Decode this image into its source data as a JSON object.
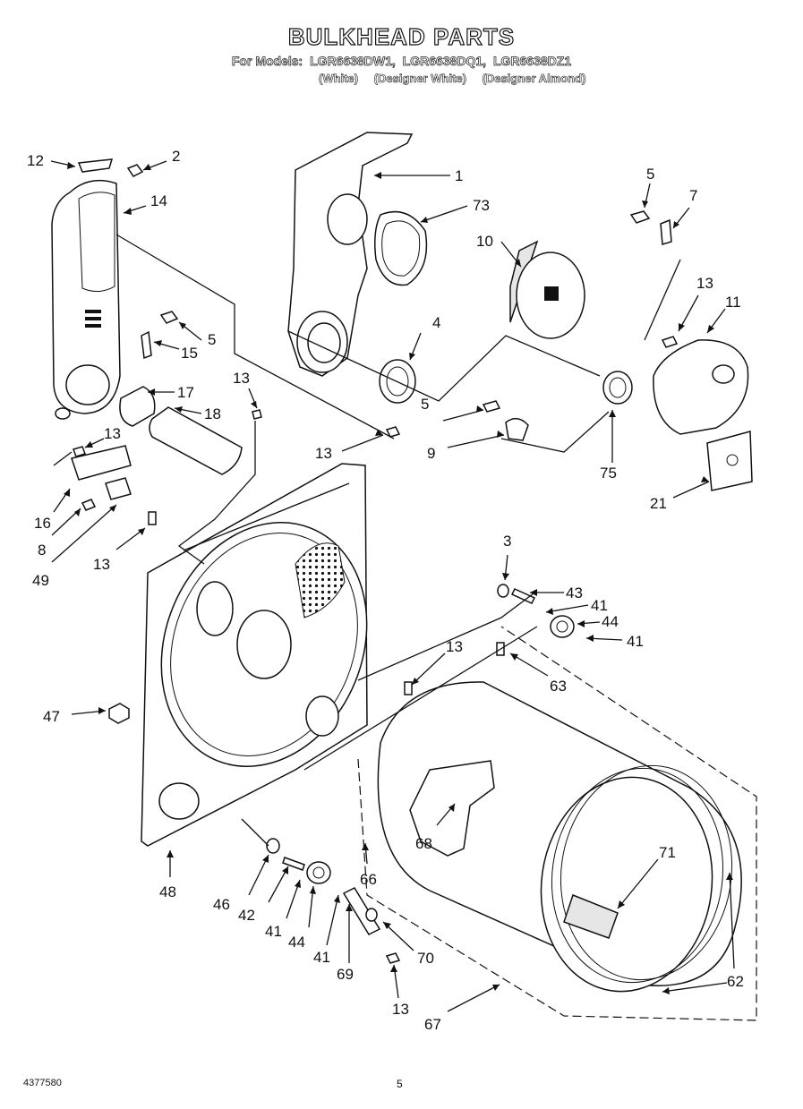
{
  "header": {
    "title": "BULKHEAD PARTS",
    "models_prefix": "For Models:",
    "models": [
      "LGR6638DW1,",
      "LGR6638DQ1,",
      "LGR6638DZ1"
    ],
    "variants": [
      "(White)",
      "(Designer White)",
      "(Designer Almond)"
    ]
  },
  "callouts": [
    "12",
    "2",
    "1",
    "5",
    "7",
    "14",
    "73",
    "10",
    "13",
    "11",
    "5",
    "15",
    "4",
    "13",
    "17",
    "18",
    "5",
    "9",
    "13",
    "13",
    "75",
    "16",
    "21",
    "8",
    "49",
    "13",
    "3",
    "43",
    "41",
    "44",
    "41",
    "13",
    "63",
    "47",
    "68",
    "71",
    "66",
    "48",
    "46",
    "42",
    "41",
    "44",
    "41",
    "70",
    "69",
    "62",
    "13",
    "67"
  ],
  "footer": {
    "doc_number": "4377580",
    "page_number": "5"
  }
}
